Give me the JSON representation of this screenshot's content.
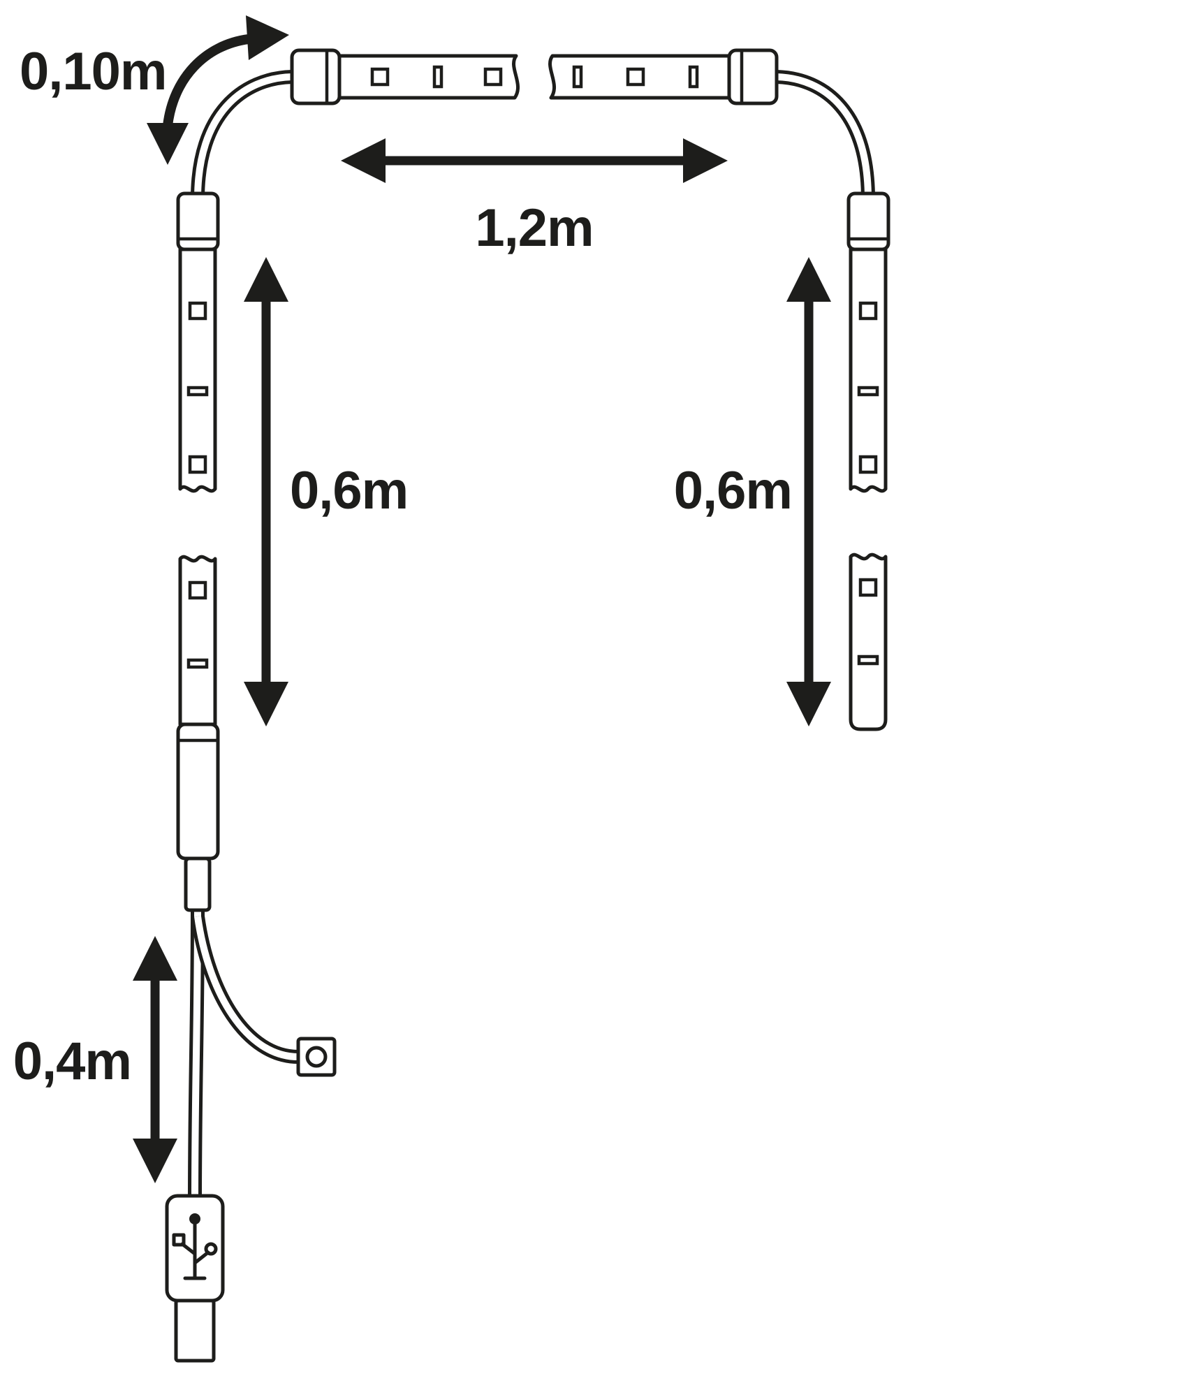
{
  "colors": {
    "ink": "#1d1d1b",
    "background": "#ffffff"
  },
  "measurements": {
    "connector_cable": "0,10m",
    "strip_length_top": "1,2m",
    "strip_length_left": "0,6m",
    "strip_length_right": "0,6m",
    "usb_cable": "0,4m"
  }
}
